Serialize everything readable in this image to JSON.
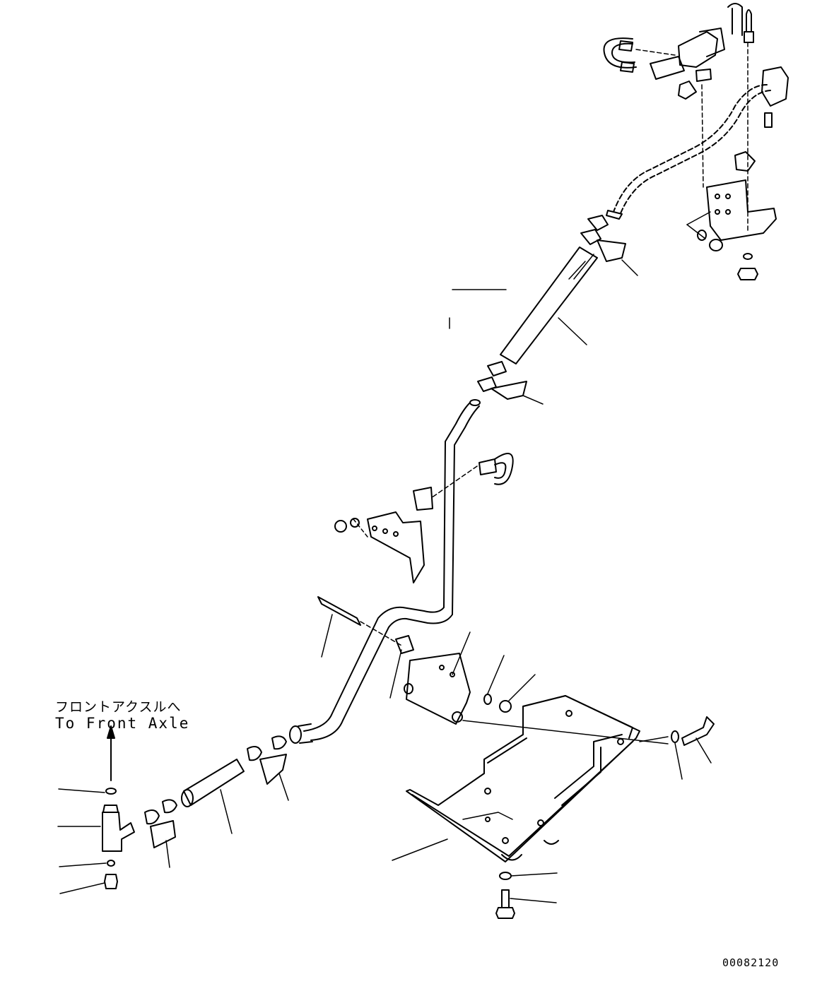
{
  "annotation": {
    "japanese": "フロントアクスルへ",
    "english": "To Front Axle"
  },
  "drawing_code": "00082120",
  "colors": {
    "line": "#000000",
    "background": "#ffffff"
  }
}
